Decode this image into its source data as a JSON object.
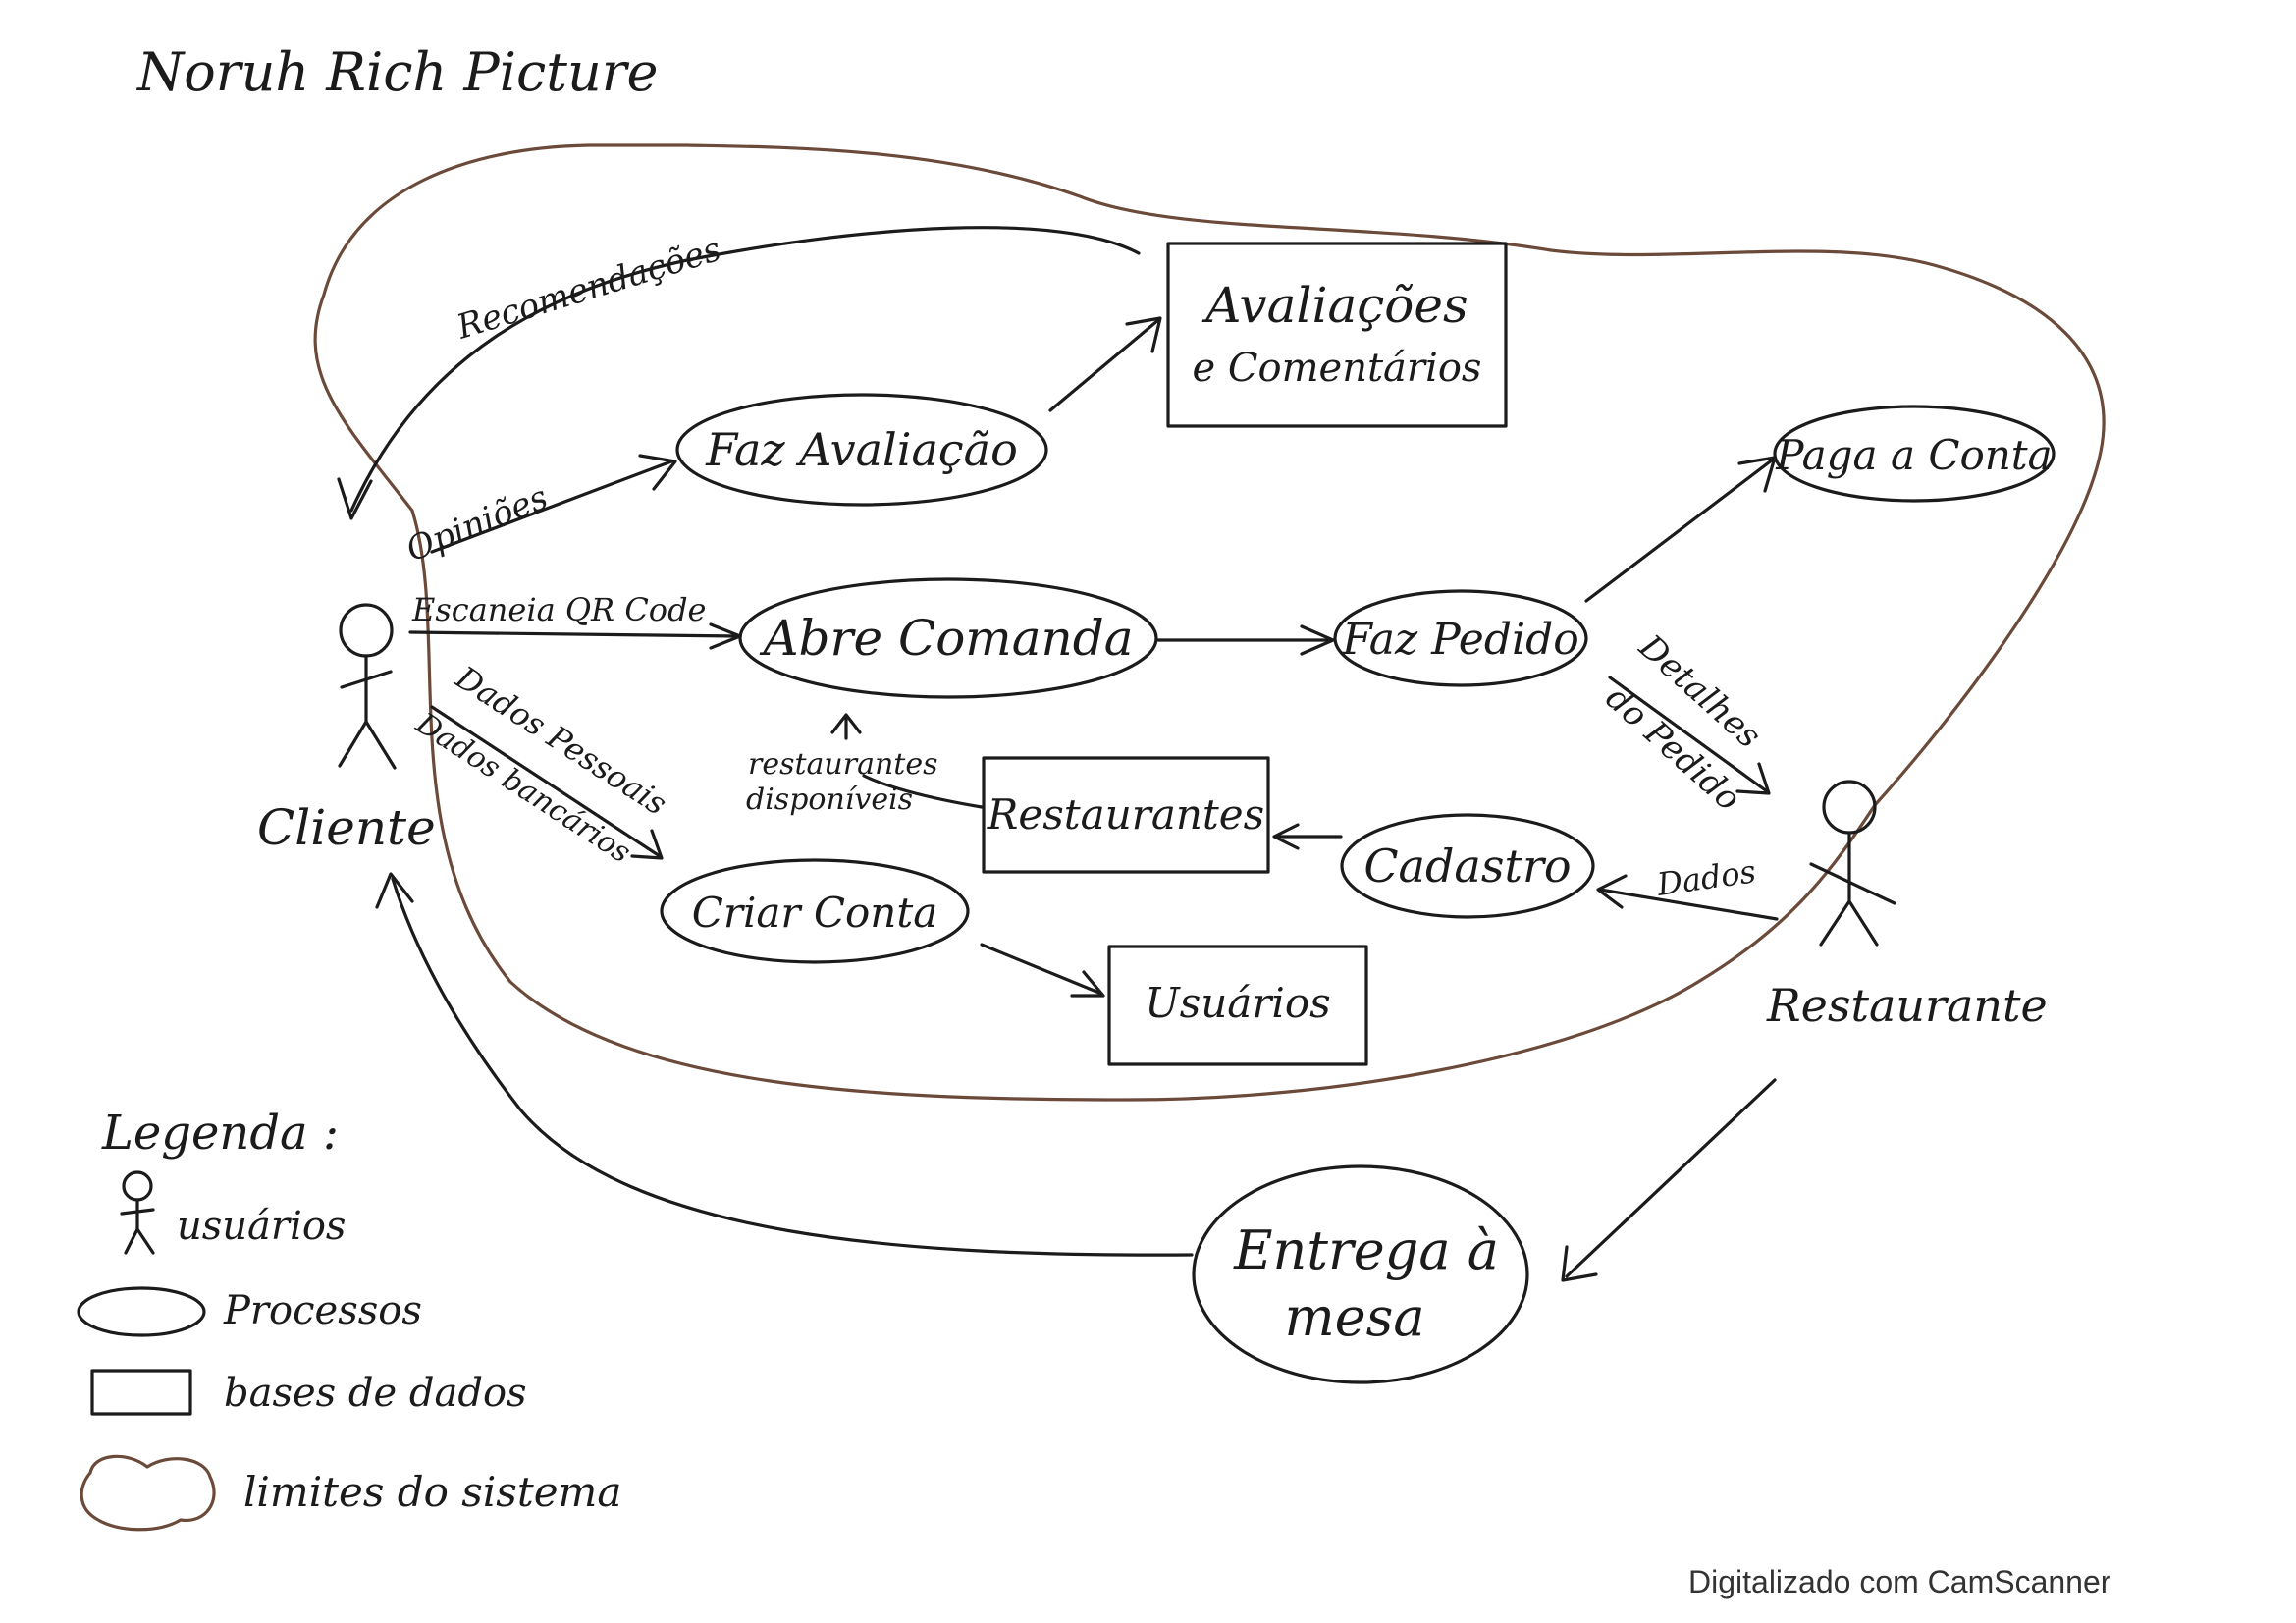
{
  "title": "Noruh Rich Picture",
  "actors": {
    "client": "Cliente",
    "restaurant": "Restaurante"
  },
  "processes": {
    "faz_avaliacao": "Faz Avaliação",
    "abre_comanda": "Abre Comanda",
    "faz_pedido": "Faz Pedido",
    "paga_conta": "Paga a Conta",
    "cadastro": "Cadastro",
    "criar_conta": "Criar Conta",
    "entrega_line1": "Entrega à",
    "entrega_line2": "mesa"
  },
  "databases": {
    "avaliacoes_line1": "Avaliações",
    "avaliacoes_line2": "e Comentários",
    "restaurantes": "Restaurantes",
    "usuarios": "Usuários"
  },
  "flows": {
    "recomendacoes": "Recomendações",
    "opinioes": "Opiniões",
    "escaneia": "Escaneia QR Code",
    "dados_pessoais": "Dados Pessoais",
    "dados_bancarios": "Dados bancários",
    "restaurantes_line1": "restaurantes",
    "restaurantes_line2": "disponíveis",
    "detalhes_line1": "Detalhes",
    "detalhes_line2": "do Pedido",
    "dados": "Dados"
  },
  "legend": {
    "heading": "Legenda :",
    "usuarios": "usuários",
    "processos": "Processos",
    "bases": "bases de dados",
    "limites": "limites do sistema"
  },
  "footer": "Digitalizado com CamScanner",
  "colors": {
    "ink": "#1b1b1b",
    "boundary": "#6b4a3a"
  }
}
